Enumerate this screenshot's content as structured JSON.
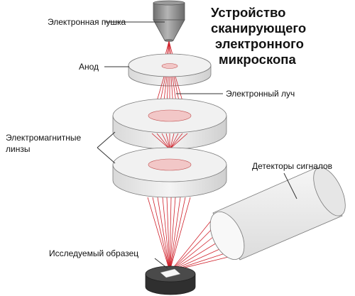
{
  "title": {
    "lines": [
      "Устройство",
      "сканирующего",
      "электронного",
      "микроскопа"
    ]
  },
  "labels": {
    "gun": "Электронная пушка",
    "anode": "Анод",
    "beam": "Электронный луч",
    "lenses_line1": "Электромагнитные",
    "lenses_line2": "линзы",
    "detectors": "Детекторы сигналов",
    "sample": "Исследуемый образец"
  },
  "colors": {
    "beam": "#d0212b",
    "disk_fill": "#ececec",
    "disk_stroke": "#7a7a7a",
    "gun_fill": "#8a8a8a",
    "sample_holder": "#3a3a3a"
  }
}
